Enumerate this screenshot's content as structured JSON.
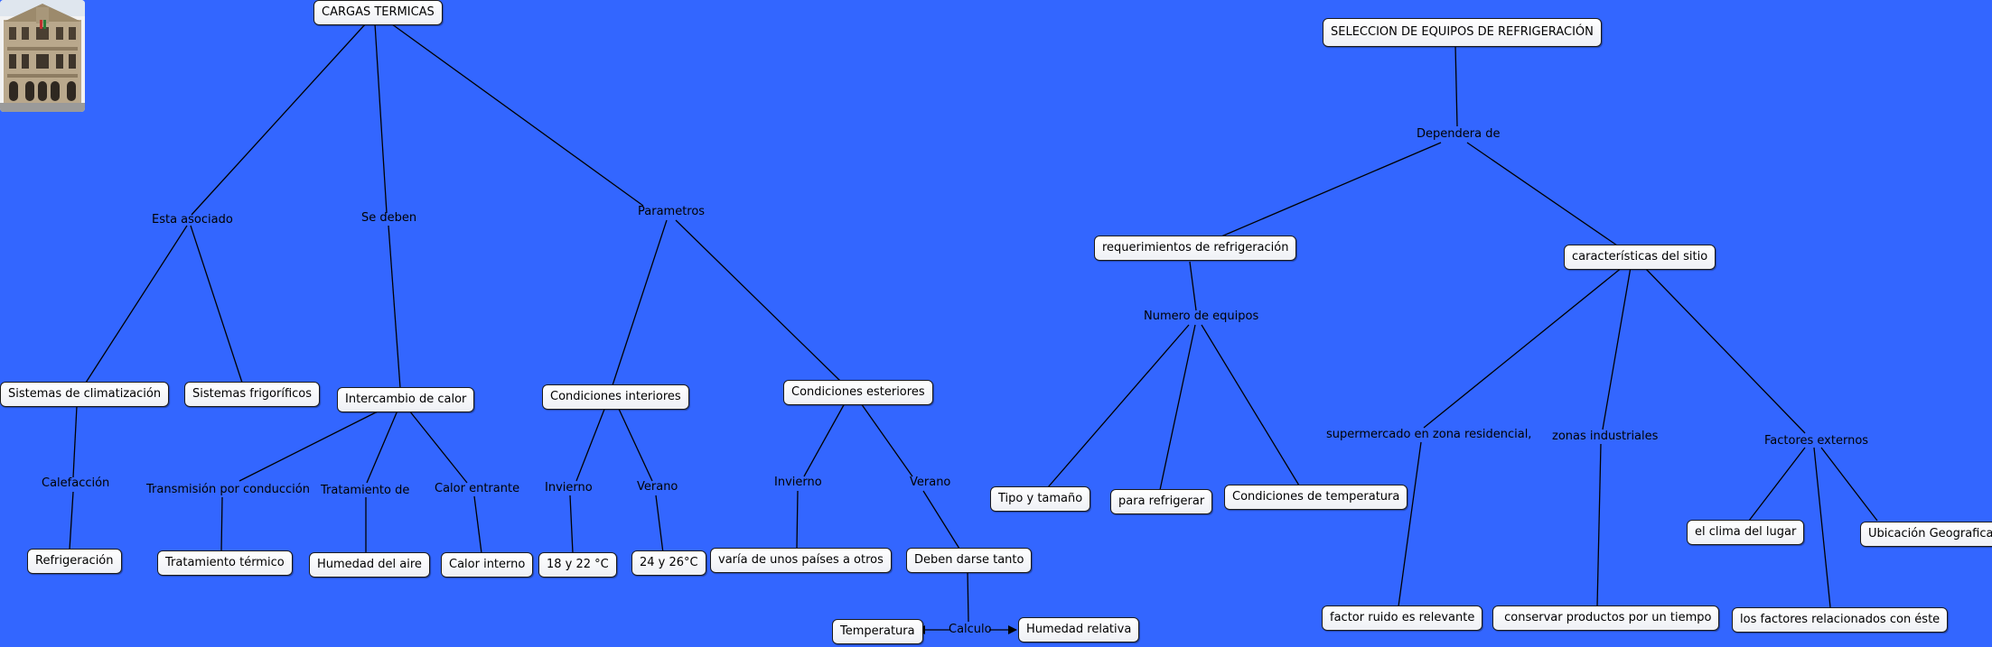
{
  "photo": {
    "name": "city-hall-building-photo"
  },
  "left_map": {
    "root": "CARGAS TERMICAS",
    "phrases": {
      "asociado": "Esta asociado",
      "deben": "Se deben",
      "parametros": "Parametros",
      "calefaccion": "Calefacción",
      "transmision": "Transmisión por conducción",
      "tratamiento": "Tratamiento de",
      "calor_entrante": "Calor entrante",
      "invierno_int": "Invierno",
      "verano_int": "Verano",
      "invierno_ext": "Invierno",
      "verano_ext": "Verano",
      "calculo": "Calculo"
    },
    "nodes": {
      "sistemas_clim": "Sistemas de climatización",
      "sistemas_frig": "Sistemas frigoríficos",
      "intercambio": "Intercambio de calor",
      "cond_int": "Condiciones interiores",
      "cond_ext": "Condiciones esteriores",
      "refrigeracion": "Refrigeración",
      "trat_termico": "Tratamiento térmico",
      "humedad_aire": "Humedad del aire",
      "calor_interno": "Calor interno",
      "temp_invierno": "18 y 22 °C",
      "temp_verano": "24 y 26°C",
      "varia": "varía de unos países a otros",
      "deben_darse": "Deben darse tanto",
      "temperatura": "Temperatura",
      "humedad_rel": "Humedad relativa"
    }
  },
  "right_map": {
    "root": "SELECCION DE EQUIPOS DE REFRIGERACIÓN",
    "phrases": {
      "dependera": "Dependera de",
      "numero": "Numero de equipos",
      "supermercado": "supermercado en zona residencial,",
      "zonas": "zonas industriales",
      "factores_ext": "Factores externos"
    },
    "nodes": {
      "requerimientos": "requerimientos de refrigeración",
      "caracteristicas": "características del sitio",
      "tipo": "Tipo y tamaño",
      "para_refrigerar": "para refrigerar",
      "cond_temp": "Condiciones de temperatura",
      "ruido": "factor ruido es relevante",
      "conservar": " conservar productos por un tiempo",
      "clima": "el clima del lugar",
      "ubicacion": "Ubicación Geografica",
      "factores_rel": "los factores relacionados con éste"
    }
  }
}
